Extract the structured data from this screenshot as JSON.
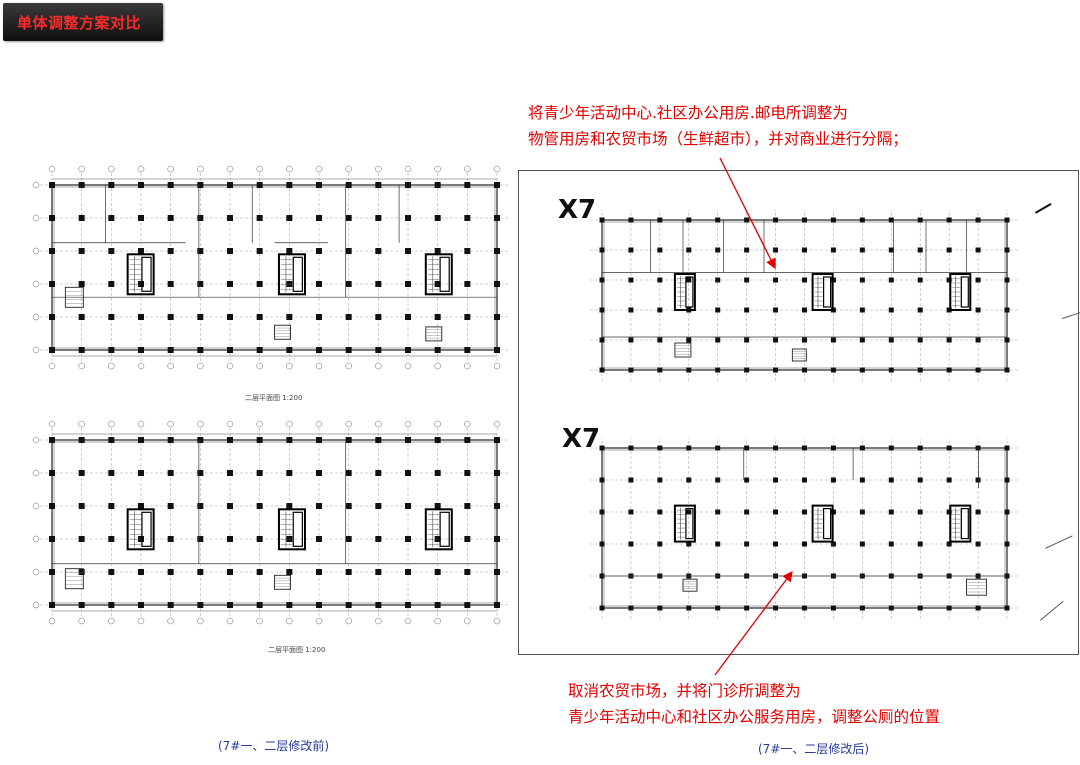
{
  "header": {
    "title": "单体调整方案对比"
  },
  "drawings": {
    "right_top_label": "X7",
    "right_bottom_label": "X7",
    "left_top_caption": "二层平面图 1:200",
    "left_bottom_caption": "二层平面图 1:200"
  },
  "annotations": {
    "top_note": {
      "line1": "将青少年活动中心.社区办公用房.邮电所调整为",
      "line2": "物管用房和农贸市场（生鲜超市），并对商业进行分隔；"
    },
    "bottom_note": {
      "line1": "取消农贸市场，并将门诊所调整为",
      "line2": "青少年活动中心和社区办公服务用房，调整公厕的位置"
    },
    "color": "#e00000"
  },
  "captions": {
    "before": "(7#一、二层修改前)",
    "after": "(7#一、二层修改后)",
    "color": "#2a3c9a"
  }
}
